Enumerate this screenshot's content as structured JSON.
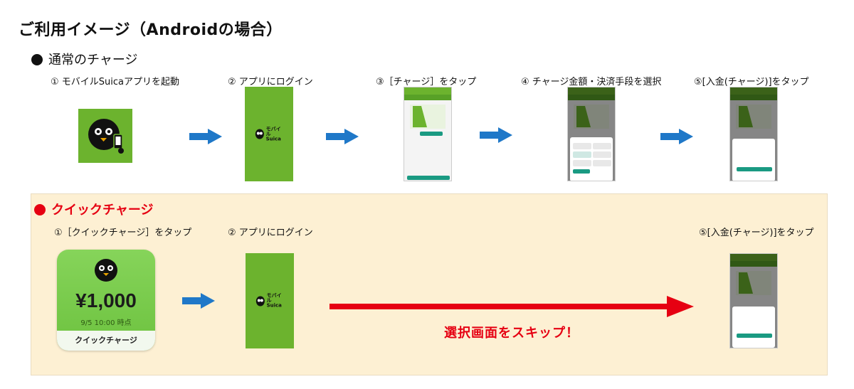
{
  "title": "ご利用イメージ（Androidの場合）",
  "normal": {
    "heading": "通常のチャージ",
    "dot_color": "#111111",
    "steps": [
      "① モバイルSuicaアプリを起動",
      "② アプリにログイン",
      "③［チャージ］をタップ",
      "④ チャージ金額・決済手段を選択",
      "⑤[入金(チャージ)]をタップ"
    ]
  },
  "quick": {
    "heading": "クイックチャージ",
    "dot_color": "#e60012",
    "steps": [
      "①［クイックチャージ］をタップ",
      "② アプリにログイン",
      "⑤[入金(チャージ)]をタップ"
    ],
    "card": {
      "amount": "¥1,000",
      "time": "9/5 10:00 時点",
      "label": "クイックチャージ"
    },
    "skip_text": "選択画面をスキップ！"
  },
  "icons": [
    "suica-penguin-app-icon",
    "arrow-right-icon",
    "app-logo-icon"
  ],
  "colors": {
    "green": "#6cb32e",
    "blue_arrow": "#1f78c8",
    "red": "#e60012",
    "panel": "#fdf0d3"
  }
}
